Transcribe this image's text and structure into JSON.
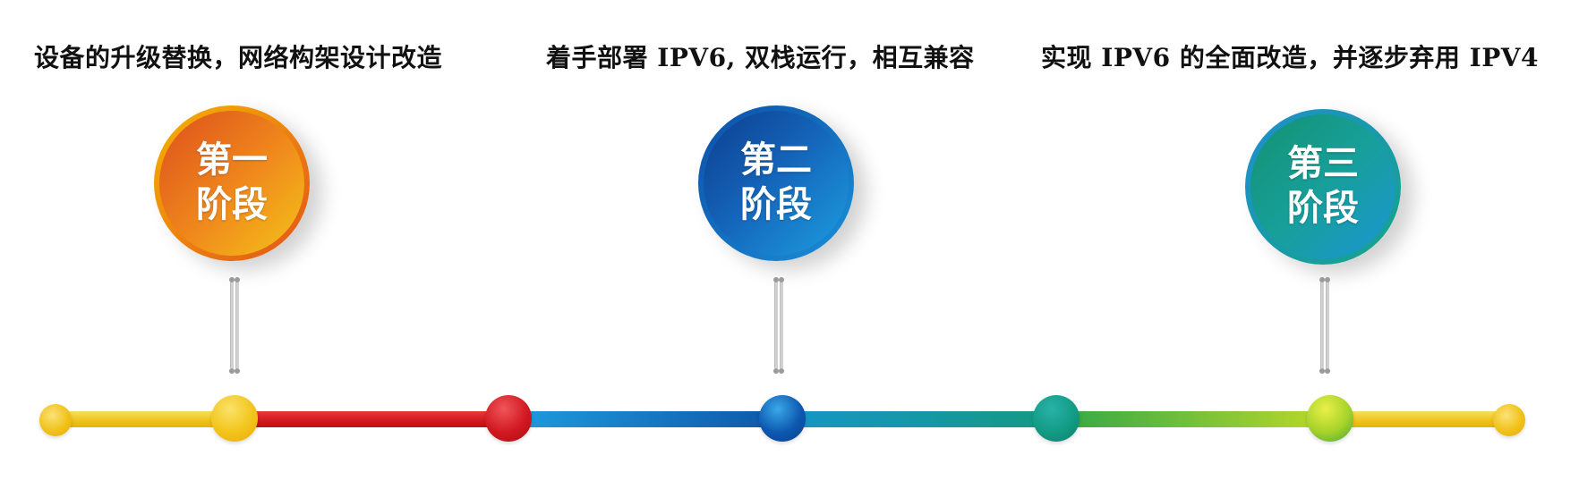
{
  "stages": [
    {
      "caption": "设备的升级替换，网络构架设计改造",
      "label_line1": "第一",
      "label_line2": "阶段",
      "color": "#ee7a1b"
    },
    {
      "caption": "着手部署 IPV6, 双栈运行，相互兼容",
      "label_line1": "第二",
      "label_line2": "阶段",
      "color": "#1463b8"
    },
    {
      "caption": "实现 IPV6 的全面改造，并逐步弃用 IPV4",
      "label_line1": "第三",
      "label_line2": "阶段",
      "color": "#169a8a"
    }
  ],
  "timeline": {
    "segment_colors": [
      "#efc319",
      "#d2181e",
      "#0d53a6",
      "#149a7f",
      "#8cc63a",
      "#efc319"
    ],
    "node_colors": [
      "#f0c218",
      "#f2c51a",
      "#d11820",
      "#0d58b0",
      "#129b84",
      "#a6d22a",
      "#f0c218"
    ]
  }
}
